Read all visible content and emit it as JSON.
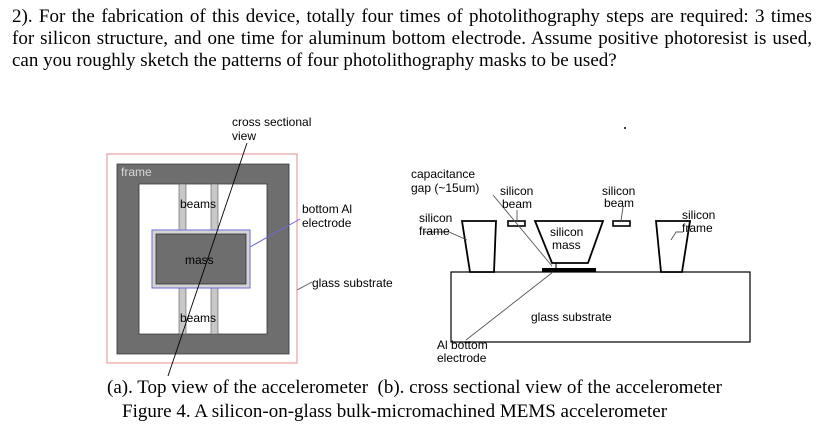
{
  "question": {
    "text": "2). For the fabrication of this device, totally four times of photolithography steps are required: 3 times for silicon structure, and one time for aluminum bottom electrode. Assume positive photoresist is used, can you roughly sketch the patterns of four photolithography masks to be used?"
  },
  "top_view": {
    "cross_section_label_1": "cross sectional",
    "cross_section_label_2": "view",
    "frame_label": "frame",
    "beams_top_label": "beams",
    "mass_label": "mass",
    "beams_bottom_label": "beams",
    "bottom_al_label_1": "bottom Al",
    "bottom_al_label_2": "electrode",
    "glass_substrate_label": "glass substrate"
  },
  "cross_view": {
    "capacitance_gap_1": "capacitance",
    "capacitance_gap_2": "gap (~15um)",
    "silicon_beam_left_1": "silicon",
    "silicon_beam_left_2": "beam",
    "silicon_beam_right_1": "silicon",
    "silicon_beam_right_2": "beam",
    "silicon_frame_left_1": "silicon",
    "silicon_frame_left_2": "frame",
    "silicon_mass_1": "silicon",
    "silicon_mass_2": "mass",
    "silicon_frame_right_1": "silicon",
    "silicon_frame_right_2": "frame",
    "glass_substrate_label": "glass substrate",
    "al_bottom_1": "Al bottom",
    "al_bottom_2": "electrode"
  },
  "caption": {
    "line1": "(a). Top view of the accelerometer  (b). cross sectional view of the accelerometer",
    "line2": "Figure 4. A silicon-on-glass bulk-micromachined MEMS accelerometer"
  },
  "colors": {
    "dark_gray": "#6e6e6e",
    "light_gray": "#c8c8c8",
    "outline_red": "#e8a0a0",
    "blue_line": "#6b6bd8"
  }
}
